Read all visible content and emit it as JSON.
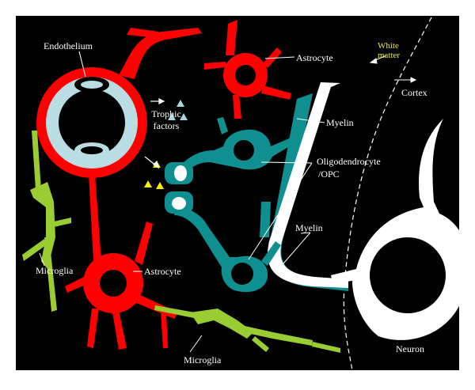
{
  "labels": {
    "endothelium": "Endothelium",
    "astrocyte_top": "Astrocyte",
    "trophic_line1": "Trophic",
    "trophic_line2": "factors",
    "myelin_top": "Myelin",
    "oligo_line1": "Oligodendrocyte",
    "oligo_line2": "/OPC",
    "myelin_bottom": "Myelin",
    "microglia_left": "Microglia",
    "astrocyte_bottom": "Astrocyte",
    "microglia_bottom": "Microglia",
    "neuron": "Neuron",
    "white_line1": "White",
    "white_line2": "matter",
    "cortex": "Cortex"
  },
  "colors": {
    "background": "#000000",
    "frame": "#ffffff",
    "astrocyte": "#ff0000",
    "endothelium": "#b9dde3",
    "oligodendrocyte": "#0f8f8f",
    "microglia": "#9acd32",
    "neuron": "#ffffff",
    "trophic_blue": "#a9d6df",
    "trophic_yellow": "#f2f200",
    "label_text": "#ffffff",
    "white_matter_text": "#e8e84a"
  }
}
